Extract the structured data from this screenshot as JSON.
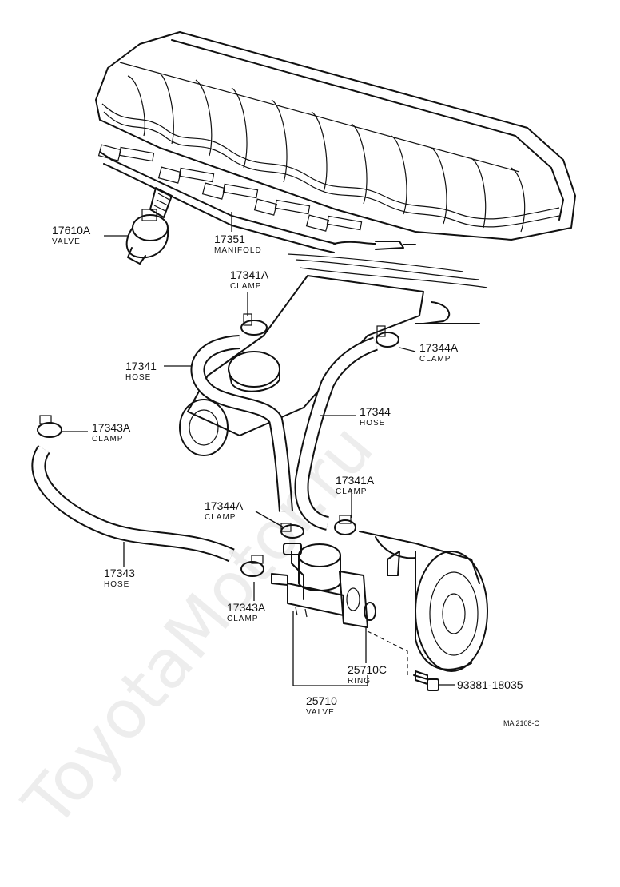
{
  "labels": {
    "valve_17610a": {
      "number": "17610A",
      "name": "VALVE"
    },
    "manifold_17351": {
      "number": "17351",
      "name": "MANIFOLD"
    },
    "clamp_17341a_top": {
      "number": "17341A",
      "name": "CLAMP"
    },
    "hose_17341": {
      "number": "17341",
      "name": "HOSE"
    },
    "clamp_17344a_right": {
      "number": "17344A",
      "name": "CLAMP"
    },
    "hose_17344": {
      "number": "17344",
      "name": "HOSE"
    },
    "clamp_17343a_top": {
      "number": "17343A",
      "name": "CLAMP"
    },
    "clamp_17341a_lower": {
      "number": "17341A",
      "name": "CLAMP"
    },
    "clamp_17344a_lower": {
      "number": "17344A",
      "name": "CLAMP"
    },
    "hose_17343": {
      "number": "17343",
      "name": "HOSE"
    },
    "clamp_17343a_lower": {
      "number": "17343A",
      "name": "CLAMP"
    },
    "ring_25710c": {
      "number": "25710C",
      "name": "RING"
    },
    "valve_25710": {
      "number": "25710",
      "name": "VALVE"
    },
    "bolt_93381": {
      "number": "93381-18035"
    }
  },
  "figure_ref": "MA 2108-C",
  "watermark": "ToyotaMotor.ru"
}
